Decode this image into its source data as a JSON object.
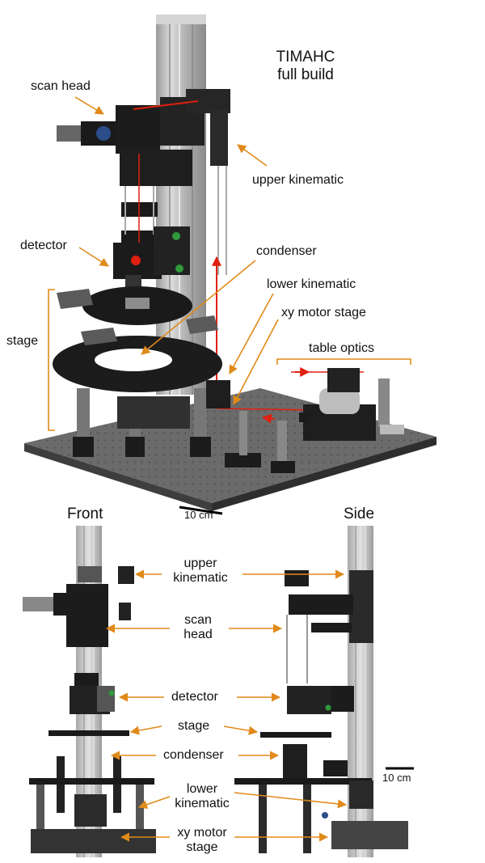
{
  "title": {
    "line1": "TIMAHC",
    "line2": "full build"
  },
  "top_panel": {
    "labels": {
      "scan_head": "scan head",
      "upper_kinematic": "upper kinematic",
      "detector": "detector",
      "condenser": "condenser",
      "lower_kinematic": "lower kinematic",
      "xy_motor_stage": "xy motor stage",
      "stage": "stage",
      "table_optics": "table optics"
    },
    "scale_bar": "10 cm"
  },
  "bottom_panel": {
    "front_heading": "Front",
    "side_heading": "Side",
    "labels": {
      "upper_kinematic_1": "upper",
      "upper_kinematic_2": "kinematic",
      "scan_head_1": "scan",
      "scan_head_2": "head",
      "detector": "detector",
      "stage": "stage",
      "condenser": "condenser",
      "lower_kinematic_1": "lower",
      "lower_kinematic_2": "kinematic",
      "xy_motor_stage_1": "xy motor",
      "xy_motor_stage_2": "stage"
    },
    "scale_bar": "10 cm"
  },
  "colors": {
    "arrow": "#e08a1a",
    "laser": "#e02010",
    "metal_dark": "#1c1c1c",
    "rail": "#bdbdbd",
    "table": "#5a5a5a",
    "accent_green": "#2f9a3a"
  }
}
